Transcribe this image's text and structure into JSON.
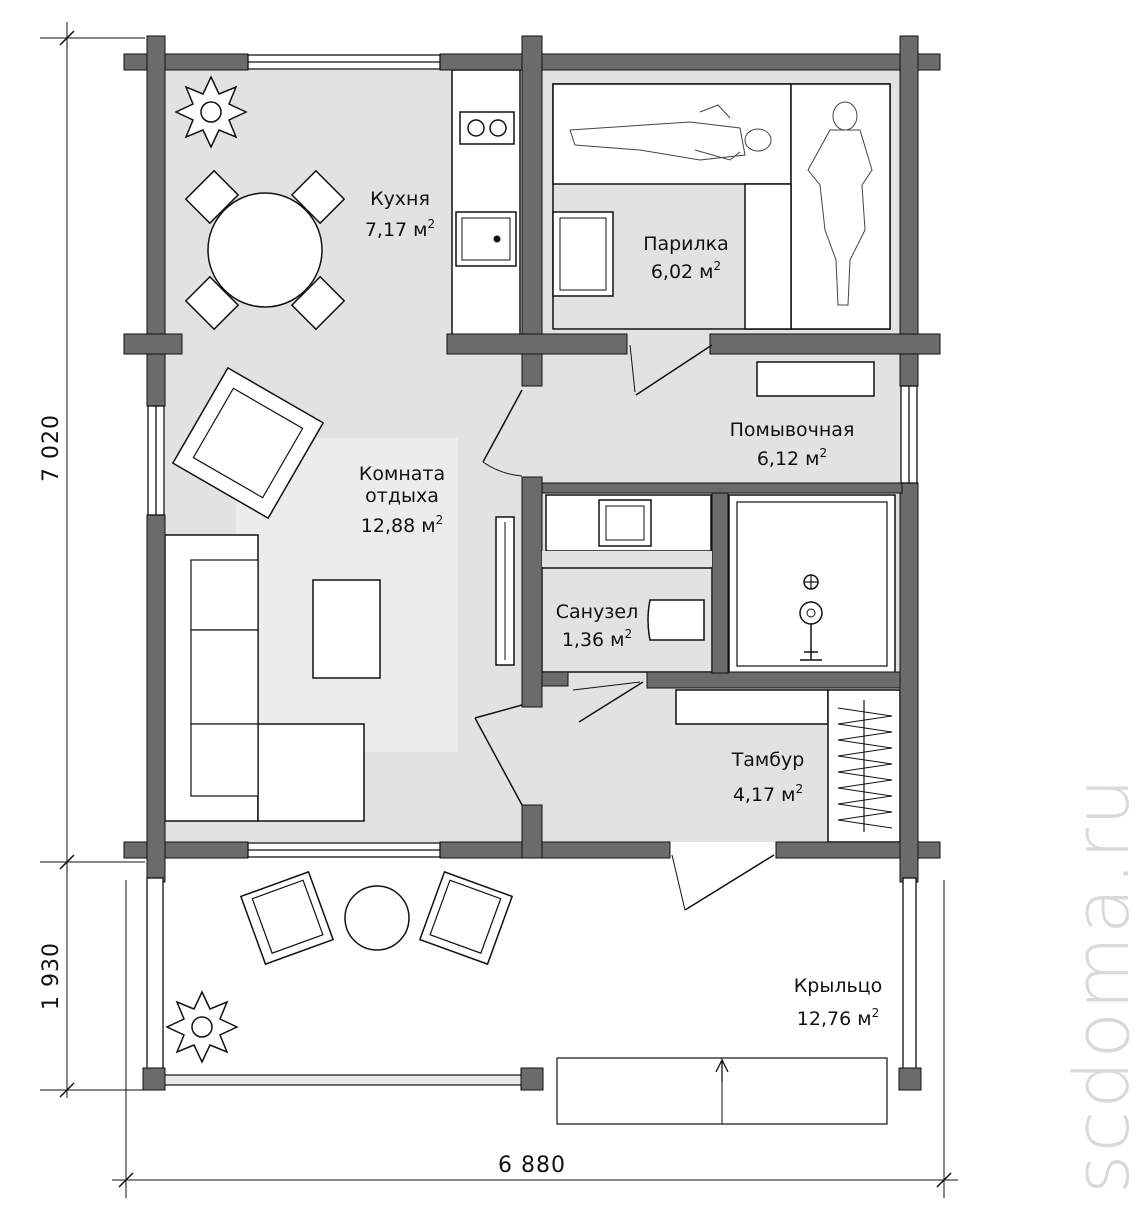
{
  "rooms": {
    "kitchen": {
      "name": "Кухня",
      "area": "7,17 м"
    },
    "sauna": {
      "name": "Парилка",
      "area": "6,02 м"
    },
    "lounge": {
      "name_line1": "Комната",
      "name_line2": "отдыха",
      "area": "12,88 м"
    },
    "washroom": {
      "name": "Помывочная",
      "area": "6,12 м"
    },
    "wc": {
      "name": "Санузел",
      "area": "1,36 м"
    },
    "vestibule": {
      "name": "Тамбур",
      "area": "4,17 м"
    },
    "porch": {
      "name": "Крыльцо",
      "area": "12,76 м"
    }
  },
  "area_unit_exponent": "2",
  "dimensions": {
    "width": "6 880",
    "house_depth": "7 020",
    "porch_depth": "1 930"
  },
  "watermark": "scdoma.ru",
  "colors": {
    "wall": "#6b6b6b",
    "floor": "#e2e2e2",
    "rug": "#ececec",
    "porch": "#ffffff",
    "line": "#111111"
  }
}
